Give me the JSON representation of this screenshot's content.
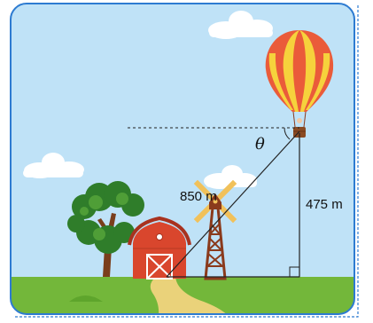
{
  "labels": {
    "hypotenuse": "850 m",
    "altitude": "475 m",
    "angle": "θ"
  },
  "colors": {
    "sky": "#bfe2f7",
    "grass": "#73b73a",
    "path": "#ead27a",
    "barn": "#d9462d",
    "windmill": "#8a3a1c",
    "balloon_red": "#ea5b3a",
    "balloon_yellow": "#f6d23c",
    "frame_border": "#2d7bd1"
  }
}
